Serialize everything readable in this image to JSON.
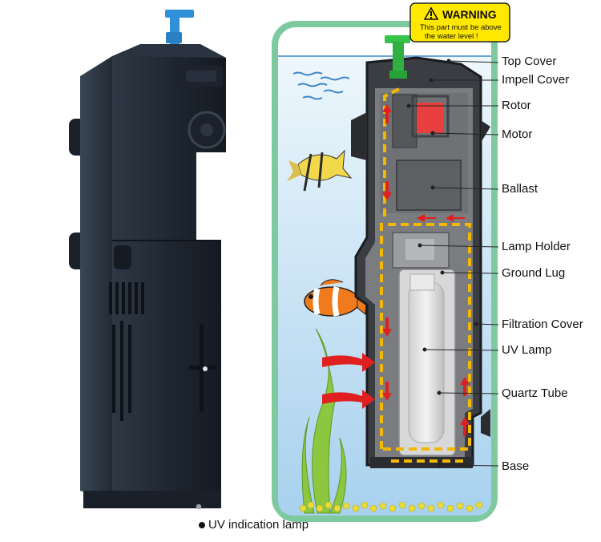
{
  "warning": {
    "title": "WARNING",
    "line1": "This part must be above",
    "line2": "the water level !"
  },
  "parts": [
    {
      "id": "top-cover",
      "label": "Top Cover"
    },
    {
      "id": "impell-cover",
      "label": "Impell Cover"
    },
    {
      "id": "rotor",
      "label": "Rotor"
    },
    {
      "id": "motor",
      "label": "Motor"
    },
    {
      "id": "ballast",
      "label": "Ballast"
    },
    {
      "id": "lamp-holder",
      "label": "Lamp Holder"
    },
    {
      "id": "ground-lug",
      "label": "Ground Lug"
    },
    {
      "id": "filtration-cover",
      "label": "Filtration Cover"
    },
    {
      "id": "uv-lamp",
      "label": "UV Lamp"
    },
    {
      "id": "quartz-tube",
      "label": "Quartz Tube"
    },
    {
      "id": "base",
      "label": "Base"
    }
  ],
  "indicator": {
    "label": "UV indication lamp"
  },
  "colors": {
    "tank_border": "#7fc9a0",
    "water_top": "#e9f4fb",
    "water_bottom": "#a9d2ee",
    "unit_body": "#1f2630",
    "flow_arrow": "#e02020",
    "flow_dash": "#f5b800",
    "motor": "#e84040",
    "warning_fill": "#ffe800"
  }
}
